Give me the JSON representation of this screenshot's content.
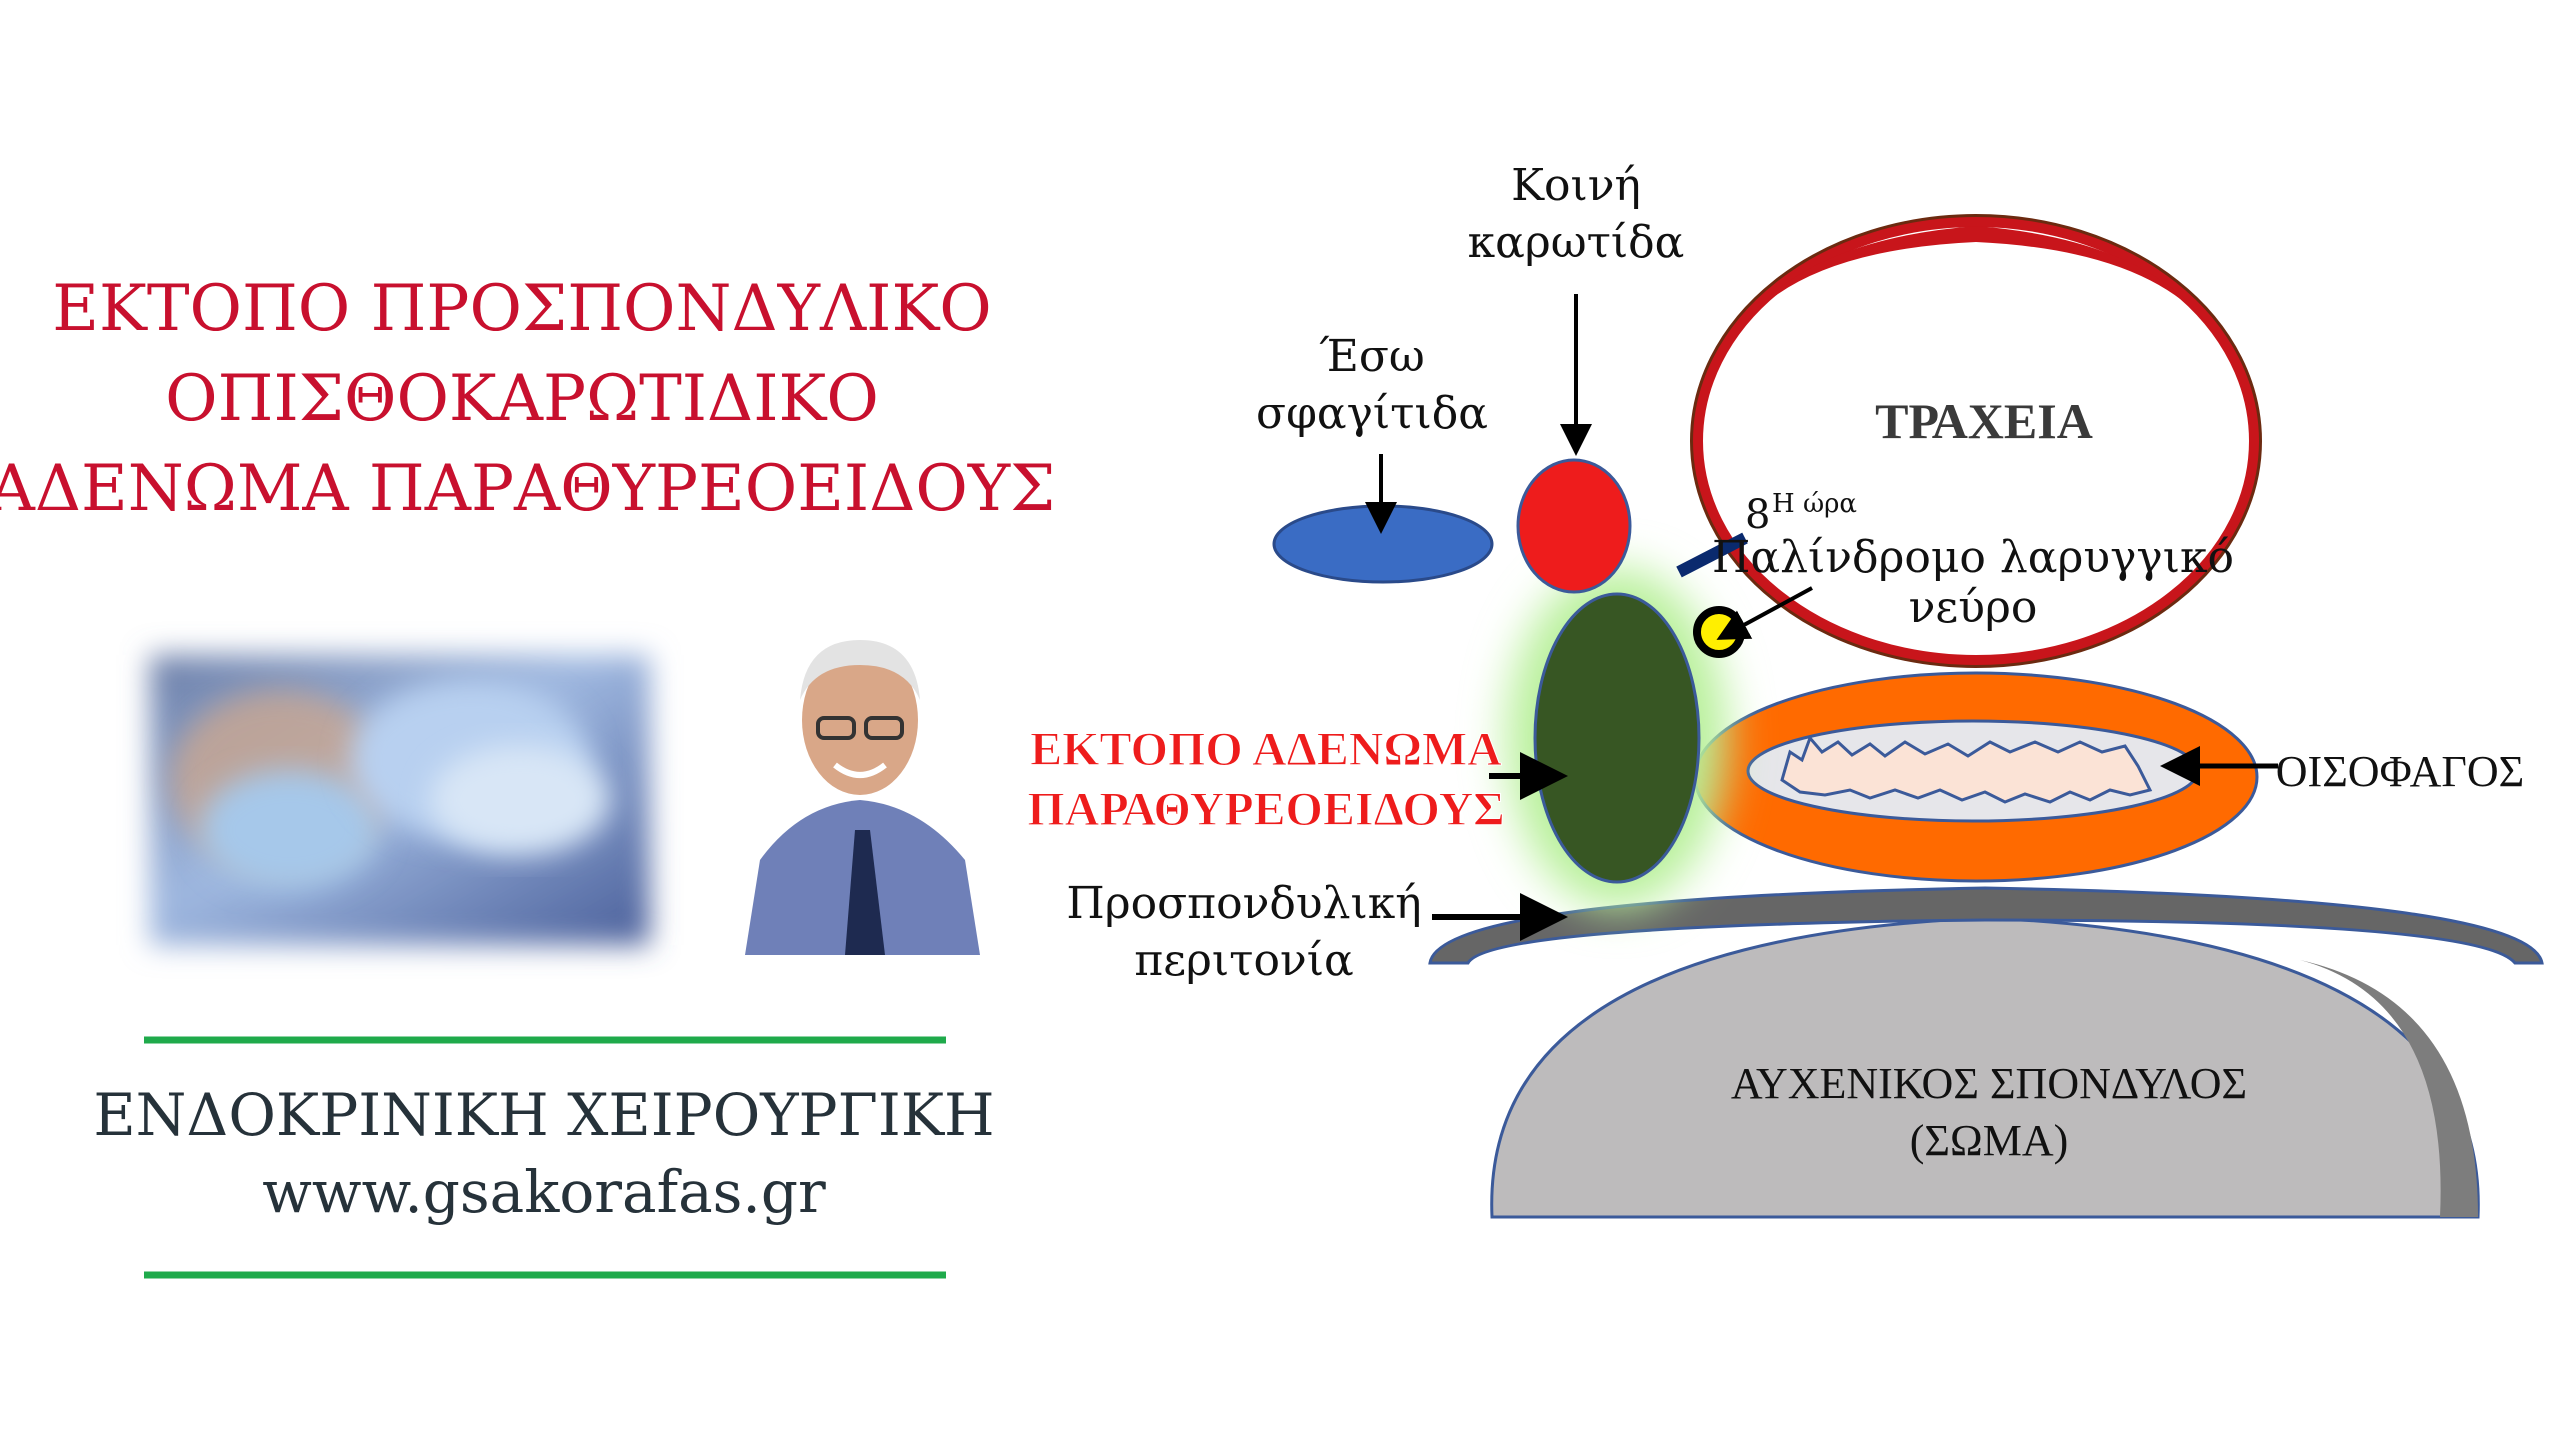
{
  "title": {
    "lines": [
      "ΕΚΤΟΠΟ ΠΡΟΣΠΟΝΔΥΛΙΚΟ",
      "ΟΠΙΣΘΟΚΑΡΩΤΙΔΙΚΟ",
      "ΑΔΕΝΩΜΑ ΠΑΡΑΘΥΡΕΟΕΙΔΟΥΣ"
    ],
    "color": "#c8102e"
  },
  "footer": {
    "specialty": "ΕΝΔΟΚΡΙΝΙΚΗ ΧΕΙΡΟΥΡΓΙΚΗ",
    "website": "www.gsakorafas.gr",
    "rule_color": "#1faa4b"
  },
  "diagram": {
    "common_carotid": [
      "Κοινή",
      "καρωτίδα"
    ],
    "internal_jugular": [
      "Έσω",
      "σφαγίτιδα"
    ],
    "trachea": "ΤΡΑΧΕΙΑ",
    "clock_position": {
      "number": "8",
      "superscript": "Η ώρα"
    },
    "recurrent_nerve": [
      "Παλίνδρομο λαρυγγικό",
      "νεύρο"
    ],
    "adenoma": [
      "ΕΚΤΟΠΟ ΑΔΕΝΩΜΑ",
      "ΠΑΡΑΘΥΡΕΟΕΙΔΟΥΣ"
    ],
    "esophagus": "ΟΙΣΟΦΑΓΟΣ",
    "prevertebral_fascia": [
      "Προσπονδυλική",
      "περιτονία"
    ],
    "vertebra": [
      "ΑΥΧΕΝΙΚΟΣ ΣΠΟΝΔΥΛΟΣ",
      "(ΣΩΜΑ)"
    ],
    "colors": {
      "trachea_ring": "#c8151b",
      "jugular": "#3a6cc4",
      "carotid": "#ee1c1c",
      "adenoma": "#375623",
      "nerve": "#ffef00",
      "esophagus": "#ff6a00",
      "fascia": "#666666",
      "vertebra": "#bdbbbc"
    }
  }
}
